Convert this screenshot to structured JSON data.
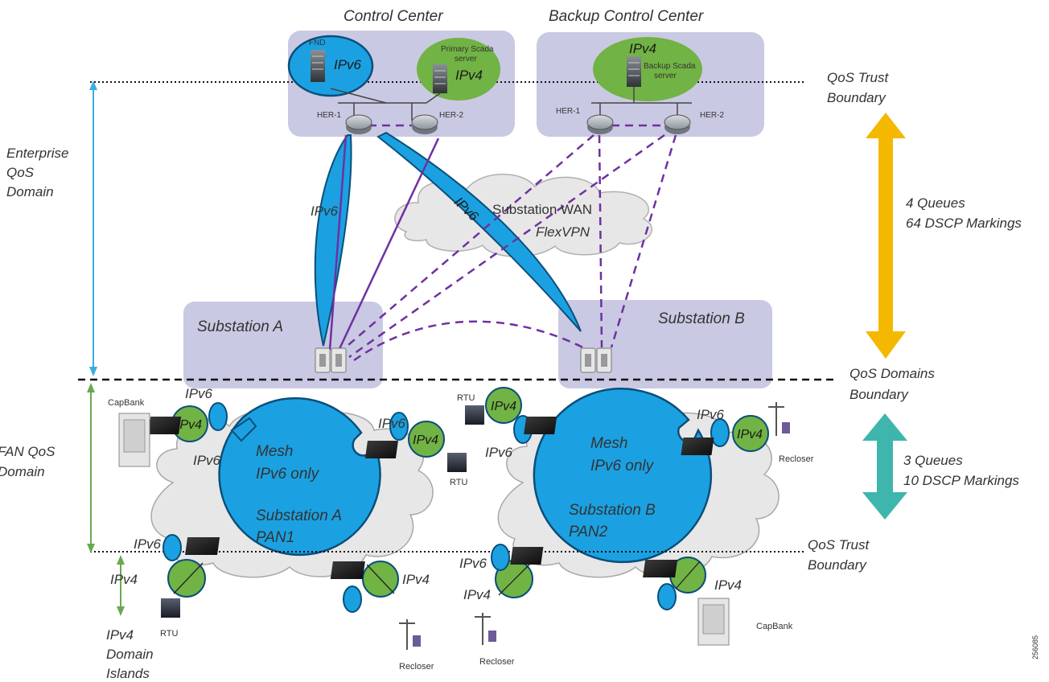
{
  "centers": {
    "control_center": "Control Center",
    "backup_control_center": "Backup Control Center",
    "fnd": "FND",
    "primary_scada": [
      "Primary Scada",
      "server"
    ],
    "backup_scada": [
      "Backup Scada",
      "server"
    ],
    "her1": "HER-1",
    "her2": "HER-2"
  },
  "wan": {
    "line1": "Substation WAN",
    "line2": "FlexVPN"
  },
  "substations": {
    "a": "Substation A",
    "b": "Substation B"
  },
  "domains": {
    "enterprise": [
      "Enterprise",
      "QoS",
      "Domain"
    ],
    "fan": [
      "FAN QoS",
      "Domain"
    ],
    "ipv4_islands": [
      "IPv4",
      "Domain",
      "Islands"
    ]
  },
  "boundaries": {
    "trust_top": [
      "QoS Trust",
      "Boundary"
    ],
    "domains_boundary": [
      "QoS Domains",
      "Boundary"
    ],
    "trust_bottom": [
      "QoS Trust",
      "Boundary"
    ]
  },
  "queues": {
    "enterprise": [
      "4 Queues",
      "64 DSCP Markings"
    ],
    "fan": [
      "3 Queues",
      "10 DSCP Markings"
    ]
  },
  "mesh": {
    "a": [
      "Mesh",
      "IPv6 only",
      "Substation A",
      "PAN1"
    ],
    "b": [
      "Mesh",
      "IPv6 only",
      "Substation B",
      "PAN2"
    ]
  },
  "protocols": {
    "ipv6": "IPv6",
    "ipv4": "IPv4"
  },
  "devices": {
    "capbank": "CapBank",
    "rtu": "RTU",
    "recloser": "Recloser"
  },
  "figure_id": "256085",
  "colors": {
    "mesh_blue": "#1ba1e2",
    "ipv4_green": "#71b344",
    "panel_lavender": "#c9c9e3",
    "vpn_purple": "#7030a0",
    "enterprise_arrow": "#f5b800",
    "fan_arrow": "#3fb6ad",
    "enterprise_line": "#3aaee0",
    "fan_line": "#6aa84f"
  }
}
